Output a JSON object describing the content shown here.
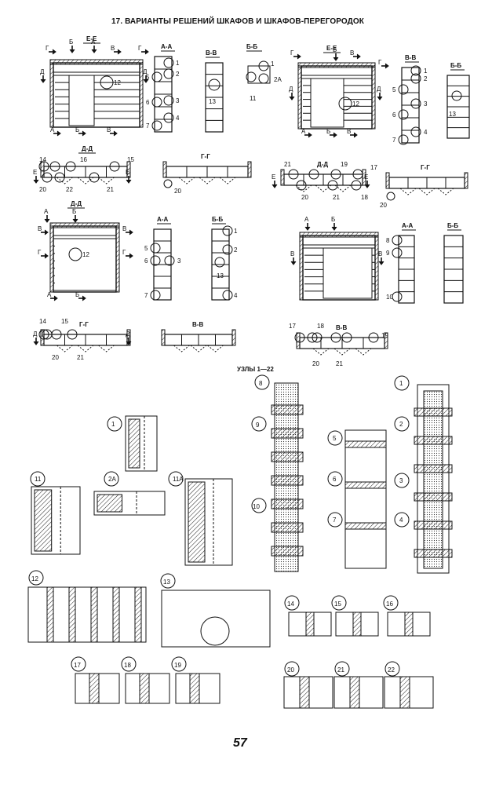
{
  "title": "17. ВАРИАНТЫ РЕШЕНИЙ ШКАФОВ И ШКАФОВ-ПЕРЕГОРОДОК",
  "nodes_heading": "УЗЛЫ 1—22",
  "page_number": "57",
  "section_labels": {
    "EE": "Е-Е",
    "AA": "А-А",
    "BB": "В-В",
    "BsBs": "Б-Б",
    "DD": "Д-Д",
    "GG": "Г-Г"
  },
  "cut_letters": {
    "A": "А",
    "B": "Б",
    "V": "В",
    "G": "Г",
    "D": "Д",
    "E": "Е"
  },
  "callouts": [
    "1",
    "2",
    "2А",
    "3",
    "4",
    "5",
    "6",
    "7",
    "8",
    "9",
    "10",
    "11",
    "11А",
    "12",
    "13",
    "14",
    "15",
    "16",
    "17",
    "18",
    "19",
    "20",
    "21",
    "22"
  ]
}
